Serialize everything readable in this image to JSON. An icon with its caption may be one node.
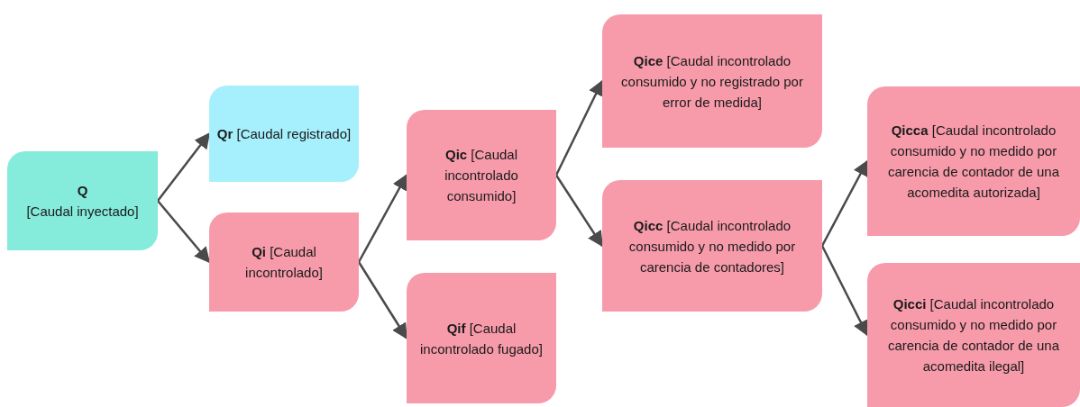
{
  "diagram": {
    "nodes": [
      {
        "text": [
          "**Q**",
          "[Caudal inyectado]"
        ]
      },
      {
        "text": [
          "**Qr** [Caudal registrado]"
        ]
      },
      {
        "text": [
          "**Qi** [Caudal incontrolado]"
        ]
      },
      {
        "text": [
          "**Qic** [Caudal incontrolado consumido]"
        ]
      },
      {
        "text": [
          "**Qif** [Caudal incontrolado fugado]"
        ]
      },
      {
        "text": [
          "**Qice** [Caudal incontrolado consumido y no registrado por error de medida]"
        ]
      },
      {
        "text": [
          "**Qicc** [Caudal incontrolado consumido y no medido por carencia de contadores]"
        ]
      },
      {
        "text": [
          "**Qicca** [Caudal incontrolado consumido y no medido por carencia de contador de una acomedita autorizada]"
        ]
      },
      {
        "text": [
          "**Qicci** [Caudal incontrolado consumido y no medido por carencia de contador de una acomedita ilegal]"
        ]
      }
    ],
    "edges": [
      {
        "from": 0,
        "to": 1,
        "arrow": "to"
      },
      {
        "from": 0,
        "to": 2,
        "arrow": "to"
      },
      {
        "from": 2,
        "to": 3,
        "arrow": "to"
      },
      {
        "from": 2,
        "to": 4,
        "arrow": "to"
      },
      {
        "from": 3,
        "to": 5,
        "arrow": "to"
      },
      {
        "from": 3,
        "to": 6,
        "arrow": "to"
      },
      {
        "from": 6,
        "to": 7,
        "arrow": "to"
      },
      {
        "from": 6,
        "to": 8,
        "arrow": "to"
      }
    ]
  }
}
